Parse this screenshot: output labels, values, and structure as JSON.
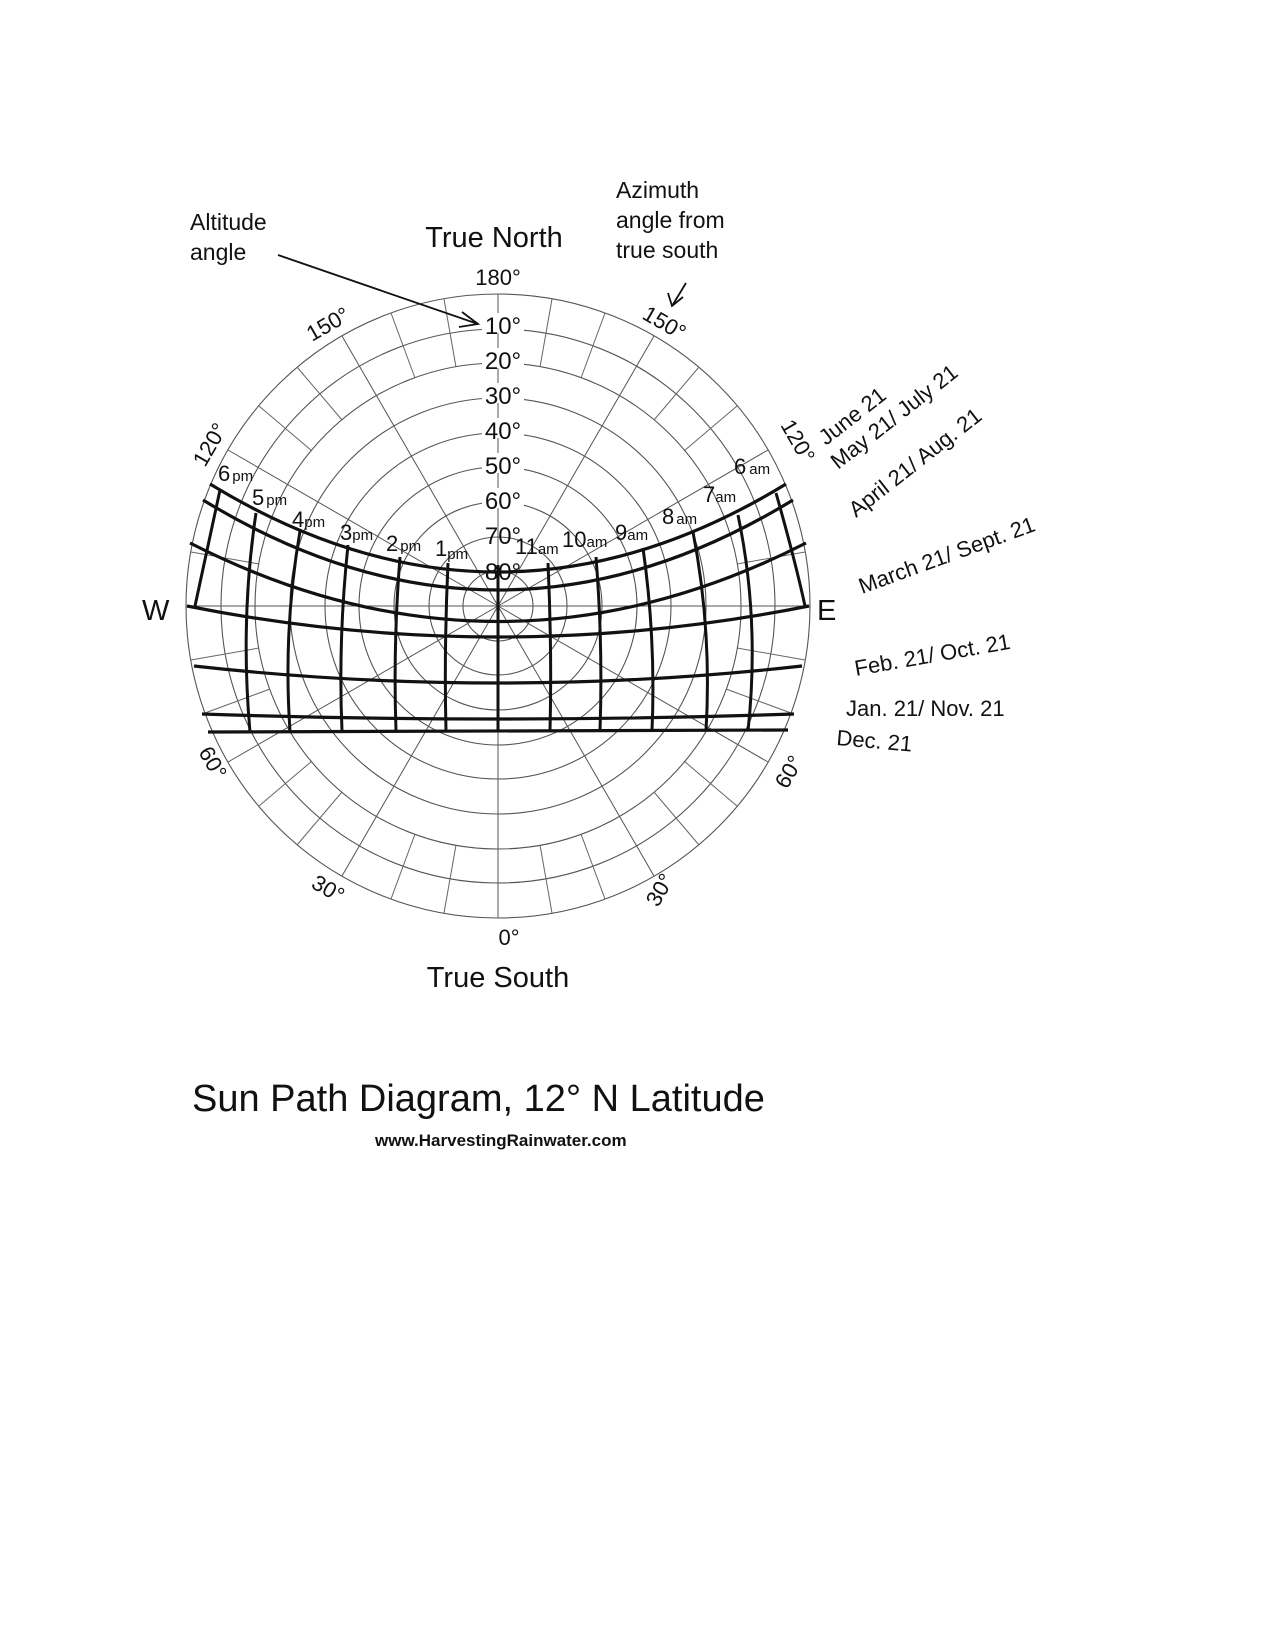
{
  "title": "Sun Path Diagram, 12° N Latitude",
  "source_url": "www.HarvestingRainwater.com",
  "annotations": {
    "altitude": [
      "Altitude",
      "angle"
    ],
    "azimuth": [
      "Azimuth",
      "angle from",
      "true south"
    ]
  },
  "compass": {
    "north": "True North",
    "south": "True South",
    "west": "W",
    "east": "E"
  },
  "azimuth_labels": {
    "top": "180°",
    "bottom": "0°",
    "upper_left_150": "150°",
    "upper_right_150": "150°",
    "left_120": "120°",
    "right_120": "120°",
    "lower_left_60": "60°",
    "lower_right_60": "60°",
    "lower_left_30": "30°",
    "lower_right_30": "30°"
  },
  "altitude_labels": [
    "10°",
    "20°",
    "30°",
    "40°",
    "50°",
    "60°",
    "70°",
    "80°"
  ],
  "hour_labels": {
    "pm": [
      {
        "num": "6",
        "suffix": "pm"
      },
      {
        "num": "5",
        "suffix": "pm"
      },
      {
        "num": "4",
        "suffix": "pm"
      },
      {
        "num": "3",
        "suffix": "pm"
      },
      {
        "num": "2",
        "suffix": "pm"
      },
      {
        "num": "1",
        "suffix": "pm"
      }
    ],
    "am": [
      {
        "num": "11",
        "suffix": "am"
      },
      {
        "num": "10",
        "suffix": "am"
      },
      {
        "num": "9",
        "suffix": "am"
      },
      {
        "num": "8",
        "suffix": "am"
      },
      {
        "num": "7",
        "suffix": "am"
      },
      {
        "num": "6",
        "suffix": "am"
      }
    ]
  },
  "date_labels": [
    "June 21",
    "May 21/ July 21",
    "April 21/ Aug. 21",
    "March 21/ Sept. 21",
    "Feb. 21/ Oct. 21",
    "Jan. 21/ Nov. 21",
    "Dec. 21"
  ],
  "chart_data": {
    "type": "polar sun path",
    "title": "Sun Path Diagram, 12° N Latitude",
    "latitude_deg": 12,
    "azimuth_reference": "0° = True South, 180° = True North",
    "azimuth_ticks_deg": [
      0,
      30,
      60,
      120,
      150,
      180
    ],
    "altitude_rings_deg": [
      10,
      20,
      30,
      40,
      50,
      60,
      70,
      80
    ],
    "date_curves": [
      "June 21",
      "May 21/ July 21",
      "April 21/ Aug. 21",
      "March 21/ Sept. 21",
      "Feb. 21/ Oct. 21",
      "Jan. 21/ Nov. 21",
      "Dec. 21"
    ],
    "hour_lines": [
      "6am",
      "7am",
      "8am",
      "9am",
      "10am",
      "11am",
      "12",
      "1pm",
      "2pm",
      "3pm",
      "4pm",
      "5pm",
      "6pm"
    ]
  }
}
